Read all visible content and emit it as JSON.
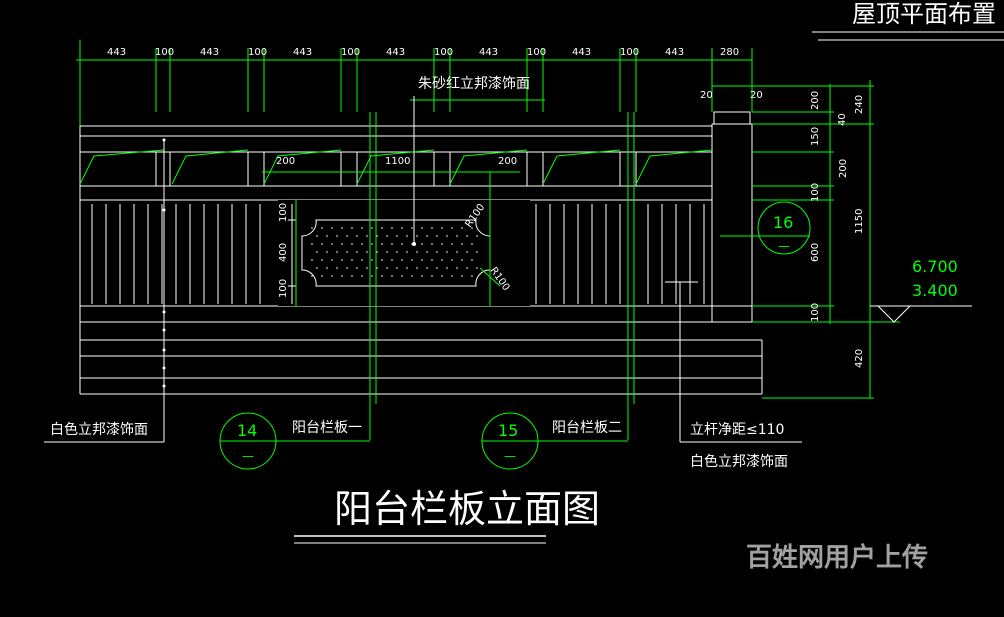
{
  "colors": {
    "background": "#000000",
    "lines": "#ffffff",
    "dims": "#00ff00",
    "watermark": "#bdbdbd"
  },
  "header_title": "屋顶平面布置",
  "top_dims": [
    "443",
    "100",
    "443",
    "100",
    "443",
    "100",
    "443",
    "100",
    "443",
    "100",
    "443",
    "100",
    "443",
    "280"
  ],
  "side_dims": {
    "small_left": "20",
    "small_right": "20",
    "col1": [
      "200",
      "40",
      "150",
      "100",
      "600",
      "100"
    ],
    "col2": [
      "240",
      "200",
      "1150"
    ],
    "bottom": "420"
  },
  "inner_dims": {
    "left": "200",
    "middle": "1100",
    "right": "200"
  },
  "panel_dims": {
    "top": "100",
    "middle": "400",
    "bottom": "100",
    "radius_top": "R100",
    "radius_bottom": "R100"
  },
  "labels": {
    "top_finish": "朱砂红立邦漆饰面",
    "left_finish": "白色立邦漆饰面",
    "panel_one": "阳台栏板一",
    "panel_two": "阳台栏板二",
    "spacing": "立杆净距≤110",
    "right_finish": "白色立邦漆饰面"
  },
  "level_values": [
    "6.700",
    "3.400"
  ],
  "detail_bubbles": [
    {
      "num": "14",
      "sub": "—"
    },
    {
      "num": "15",
      "sub": "—"
    },
    {
      "num": "16",
      "sub": "—"
    }
  ],
  "drawing_title": "阳台栏板立面图",
  "watermark": "百姓网用户上传"
}
